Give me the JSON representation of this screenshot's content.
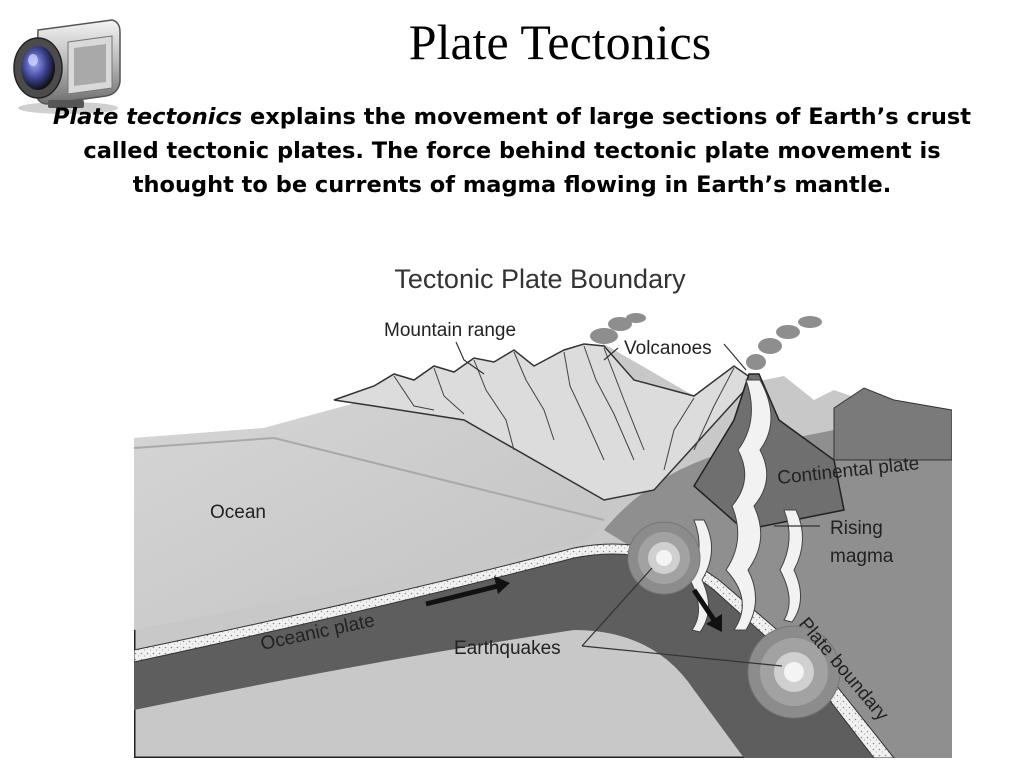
{
  "header": {
    "title": "Plate Tectonics",
    "camera_icon": "video-camera-icon"
  },
  "intro": {
    "term": "Plate tectonics",
    "text": " explains the movement of large sections of Earth’s crust called tectonic plates.  The force behind tectonic plate movement is thought to be currents of magma flowing in Earth’s mantle."
  },
  "diagram": {
    "title": "Tectonic Plate Boundary",
    "labels": {
      "mountain_range": "Mountain range",
      "volcanoes": "Volcanoes",
      "ocean": "Ocean",
      "continental_plate": "Continental plate",
      "rising": "Rising",
      "magma": "magma",
      "oceanic_plate": "Oceanic plate",
      "earthquakes": "Earthquakes",
      "plate_boundary": "Plate boundary"
    }
  }
}
